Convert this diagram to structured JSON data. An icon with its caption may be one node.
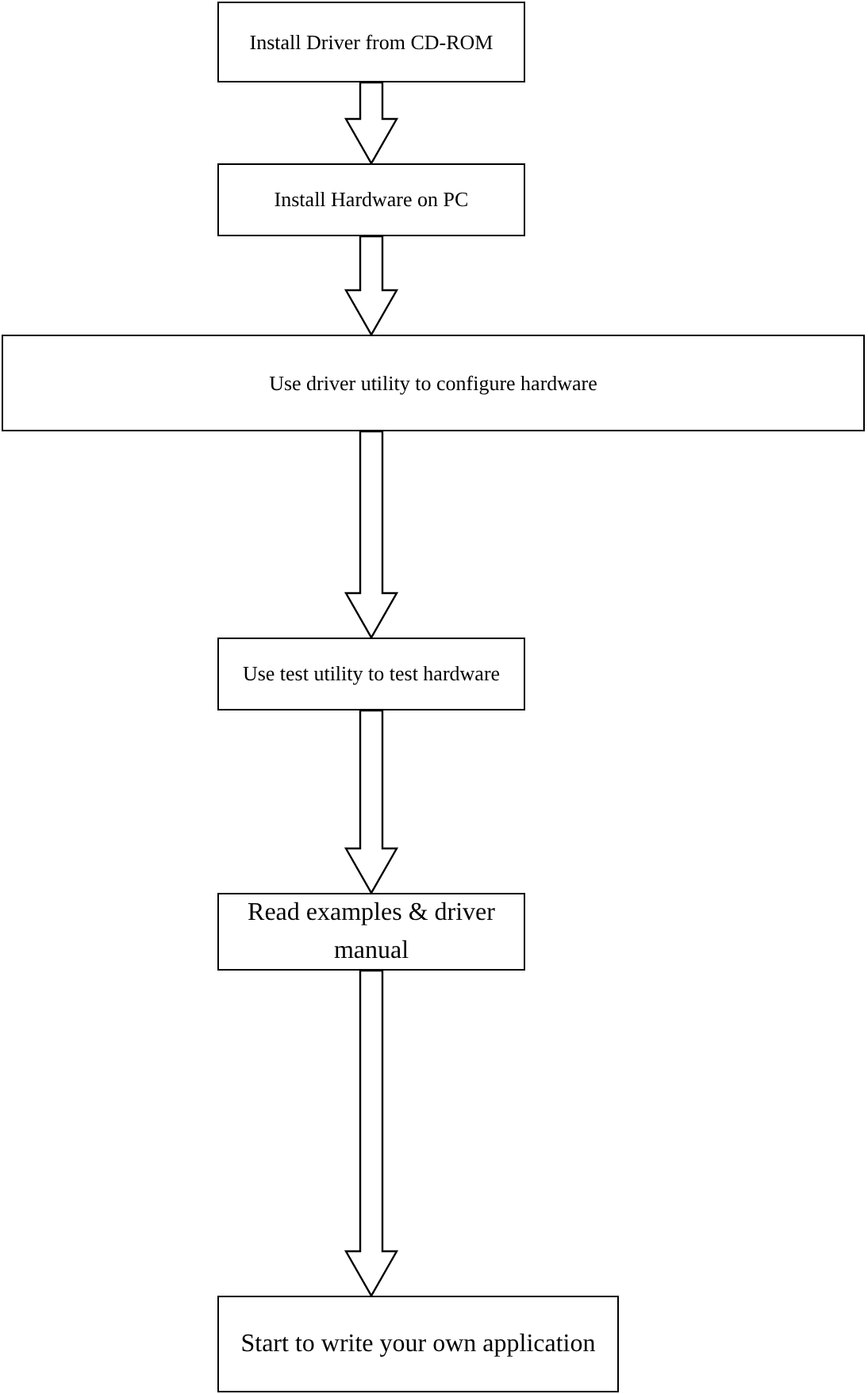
{
  "diagram": {
    "nodes": [
      {
        "text": [
          "Install Driver from CD-ROM"
        ]
      },
      {
        "text": [
          "Install Hardware on PC"
        ]
      },
      {
        "text": [
          "Use driver utility to configure hardware"
        ]
      },
      {
        "text": [
          "Use test utility to test hardware"
        ]
      },
      {
        "text": [
          "Read examples & driver manual"
        ]
      },
      {
        "text": [
          "Start to write your own application"
        ]
      }
    ],
    "edges": [
      {
        "from": 0,
        "to": 1,
        "arrow": "to"
      },
      {
        "from": 1,
        "to": 2,
        "arrow": "to"
      },
      {
        "from": 2,
        "to": 3,
        "arrow": "to"
      },
      {
        "from": 3,
        "to": 4,
        "arrow": "to"
      },
      {
        "from": 4,
        "to": 5,
        "arrow": "to"
      }
    ]
  }
}
